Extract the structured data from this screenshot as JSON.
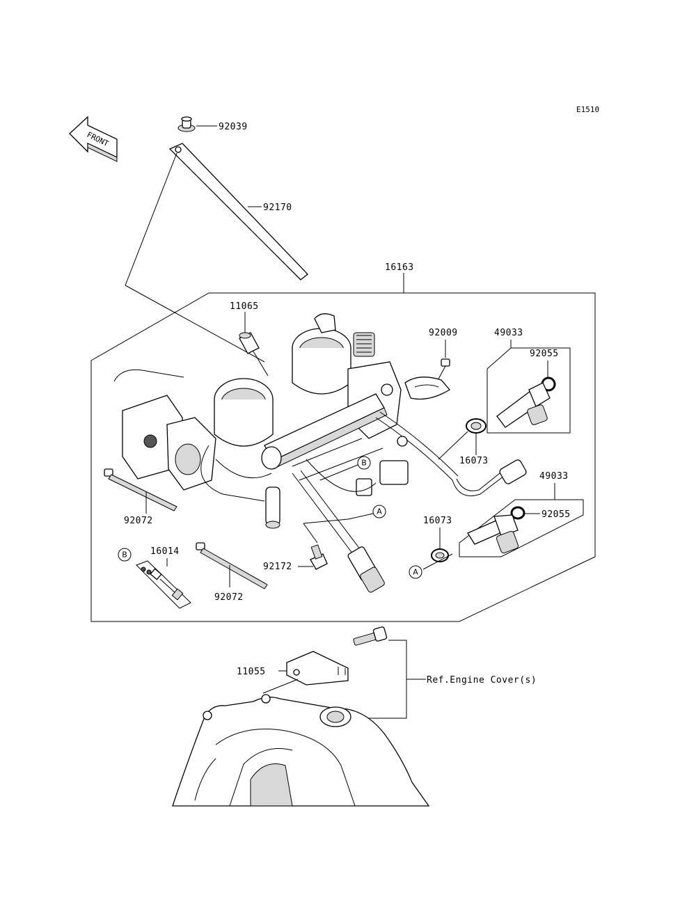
{
  "diagram_id": "E1510",
  "front_label": "FRONT",
  "callouts": {
    "A": "A",
    "B": "B"
  },
  "parts": {
    "p92039": "92039",
    "p92170": "92170",
    "p16163": "16163",
    "p11065": "11065",
    "p92009": "92009",
    "p49033_top": "49033",
    "p92055_top": "92055",
    "p16073_top": "16073",
    "p49033_bottom": "49033",
    "p92055_bottom": "92055",
    "p16073_bottom": "16073",
    "p92072_left": "92072",
    "p16014": "16014",
    "p92172": "92172",
    "p92072_bottom": "92072",
    "p11055": "11055"
  },
  "reference_label": "Ref.Engine Cover(s)"
}
